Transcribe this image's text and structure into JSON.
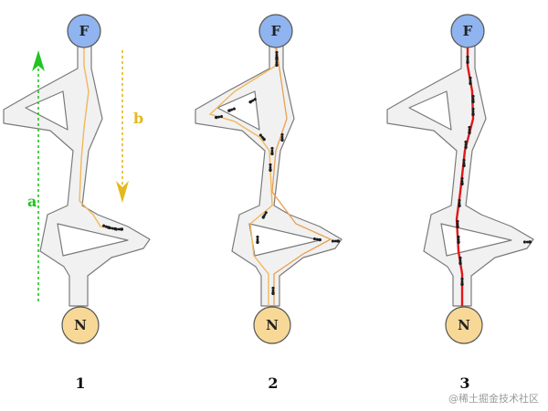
{
  "nodes": {
    "top": "F",
    "bottom": "N"
  },
  "panels": [
    {
      "number": "1",
      "arrow_up_label": "a",
      "arrow_down_label": "b"
    },
    {
      "number": "2"
    },
    {
      "number": "3"
    }
  ],
  "colors": {
    "node_top_fill": "#8fb4ef",
    "node_bottom_fill": "#f7d896",
    "path_fill": "#f1f1f1",
    "path_edge": "#7a7a7a",
    "arrow_a": "#22c422",
    "arrow_b": "#e5b81c",
    "trail_light": "#f0b85a",
    "trail_strong": "#e01818",
    "ant": "#1e1e1e"
  },
  "watermark": "@稀土掘金技术社区"
}
